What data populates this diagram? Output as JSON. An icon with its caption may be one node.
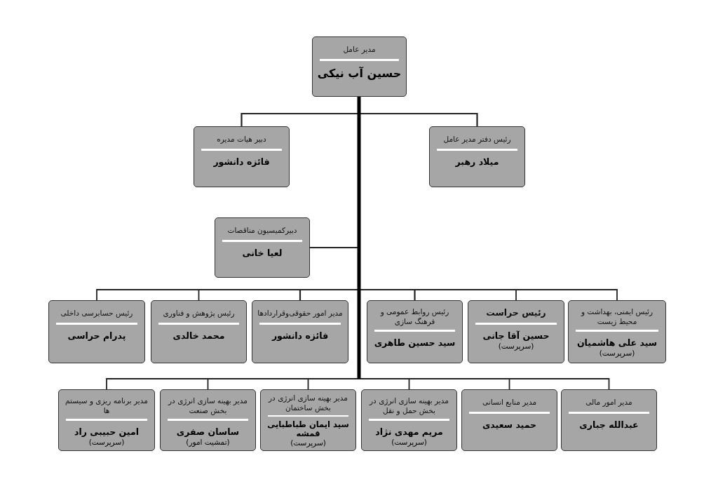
{
  "diagram": {
    "nodes": [
      {
        "text": [
          "مدیر عامل",
          "حسین آب نیکی"
        ]
      },
      {
        "text": [
          "رئیس دفتر مدیر عامل",
          "میلاد رهبر"
        ]
      },
      {
        "text": [
          "دبیر هیات مدیره",
          "فائزه دانشور"
        ]
      },
      {
        "text": [
          "دبیرکمیسیون مناقصات",
          "لعیا خانی"
        ]
      },
      {
        "text": [
          "رئیس ایمنی، بهداشت و محیط زیست",
          "سید علی هاشمیان",
          "(سرپرست)"
        ]
      },
      {
        "text": [
          "رئیس حراست",
          "حسین آقا جانی",
          "(سرپرست)"
        ]
      },
      {
        "text": [
          "رئیس روابط عمومی و فرهنگ سازی",
          "سید حسین طاهری"
        ]
      },
      {
        "text": [
          "مدیر امور حقوقی‌وقراردادها",
          "فائزه دانشور"
        ]
      },
      {
        "text": [
          "رئیس پژوهش و فناوری",
          "محمد خالدی"
        ]
      },
      {
        "text": [
          "رئیس حسابرسی داخلی",
          "پدرام حراسی"
        ]
      },
      {
        "text": [
          "مدیر امور مالی",
          "عبدالله جباری"
        ]
      },
      {
        "text": [
          "مدیر منابع انسانی",
          "حمید سعیدی"
        ]
      },
      {
        "text": [
          "مدیر بهینه سازی انرژی در بخش حمل و نقل",
          "مریم مهدی نژاد",
          "(سرپرست)"
        ]
      },
      {
        "text": [
          "مدیر بهینه سازی انرژی در بخش ساختمان",
          "سید ایمان طباطبایی قمشه",
          "(سرپرست)"
        ]
      },
      {
        "text": [
          "مدیر بهینه سازی انرژی در بخش صنعت",
          "ساسان صفری",
          "(تمشیت امور)"
        ]
      },
      {
        "text": [
          "مدیر برنامه ریزی و سیستم ها",
          "امین حبیبی راد",
          "(سرپرست)"
        ]
      }
    ],
    "edges": [
      {
        "from": 0,
        "to": 1,
        "arrow": "none",
        "style": "thick"
      },
      {
        "from": 0,
        "to": 2,
        "arrow": "none",
        "style": "thick"
      },
      {
        "from": 0,
        "to": 3,
        "arrow": "none",
        "style": "thick"
      },
      {
        "from": 0,
        "to": 4,
        "arrow": "none"
      },
      {
        "from": 0,
        "to": 5,
        "arrow": "none"
      },
      {
        "from": 0,
        "to": 6,
        "arrow": "none",
        "style": "thick"
      },
      {
        "from": 0,
        "to": 7,
        "arrow": "none",
        "style": "thick"
      },
      {
        "from": 0,
        "to": 8,
        "arrow": "none"
      },
      {
        "from": 0,
        "to": 9,
        "arrow": "none"
      },
      {
        "from": 0,
        "to": 10,
        "arrow": "none"
      },
      {
        "from": 0,
        "to": 11,
        "arrow": "none"
      },
      {
        "from": 0,
        "to": 12,
        "arrow": "none"
      },
      {
        "from": 0,
        "to": 13,
        "arrow": "none"
      },
      {
        "from": 0,
        "to": 14,
        "arrow": "none"
      },
      {
        "from": 0,
        "to": 15,
        "arrow": "none"
      }
    ]
  }
}
